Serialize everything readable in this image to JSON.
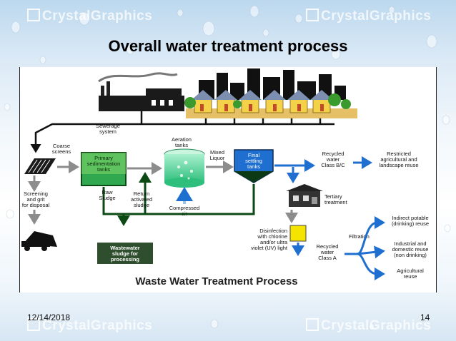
{
  "watermark": {
    "text": "CrystalGraphics"
  },
  "slide": {
    "title": "Overall water treatment process",
    "date": "12/14/2018",
    "page_number": "14"
  },
  "diagram": {
    "caption": "Waste Water Treatment Process",
    "sewerage": [
      "Sewerage",
      "system"
    ],
    "coarse": [
      "Coarse",
      "screens"
    ],
    "screening": [
      "Screening",
      "and grit",
      "for disposal"
    ],
    "primary": [
      "Primary",
      "sedimentation",
      "tanks"
    ],
    "aeration": [
      "Aeration",
      "tanks"
    ],
    "mixed": [
      "Mixed",
      "Liquor"
    ],
    "final": [
      "Final",
      "settling",
      "tanks"
    ],
    "recycled_bc": [
      "Recycled",
      "water",
      "Class B/C"
    ],
    "restricted": [
      "Restricted",
      "agricultural and",
      "landscape reuse"
    ],
    "raw": [
      "Raw",
      "Sludge"
    ],
    "return": [
      "Return",
      "activated",
      "sludge"
    ],
    "compressed": [
      "Compressed",
      "air"
    ],
    "tertiary": [
      "Tertiary",
      "treatment"
    ],
    "disinfection": [
      "Disinfection",
      "with chlorine",
      "and/or ultra",
      "violet (UV) light"
    ],
    "recycled_a": [
      "Recycled",
      "water",
      "Class A"
    ],
    "filtration": "Filtration",
    "indirect": [
      "Indirect potable",
      "(drinking) reuse"
    ],
    "industrial": [
      "Industrial and",
      "domestic reuse",
      "(non drinking)"
    ],
    "agricultural": [
      "Agricultural",
      "reuse"
    ],
    "sludge": [
      "Wastewater",
      "sludge for",
      "processing"
    ]
  },
  "colors": {
    "green": "#0c4a14",
    "blue": "#1f6fd0",
    "gray": "#8c8c8c",
    "tank_green": "#2fa84f",
    "sludge_box": "#2e4e2e",
    "yellow": "#f5e400"
  }
}
